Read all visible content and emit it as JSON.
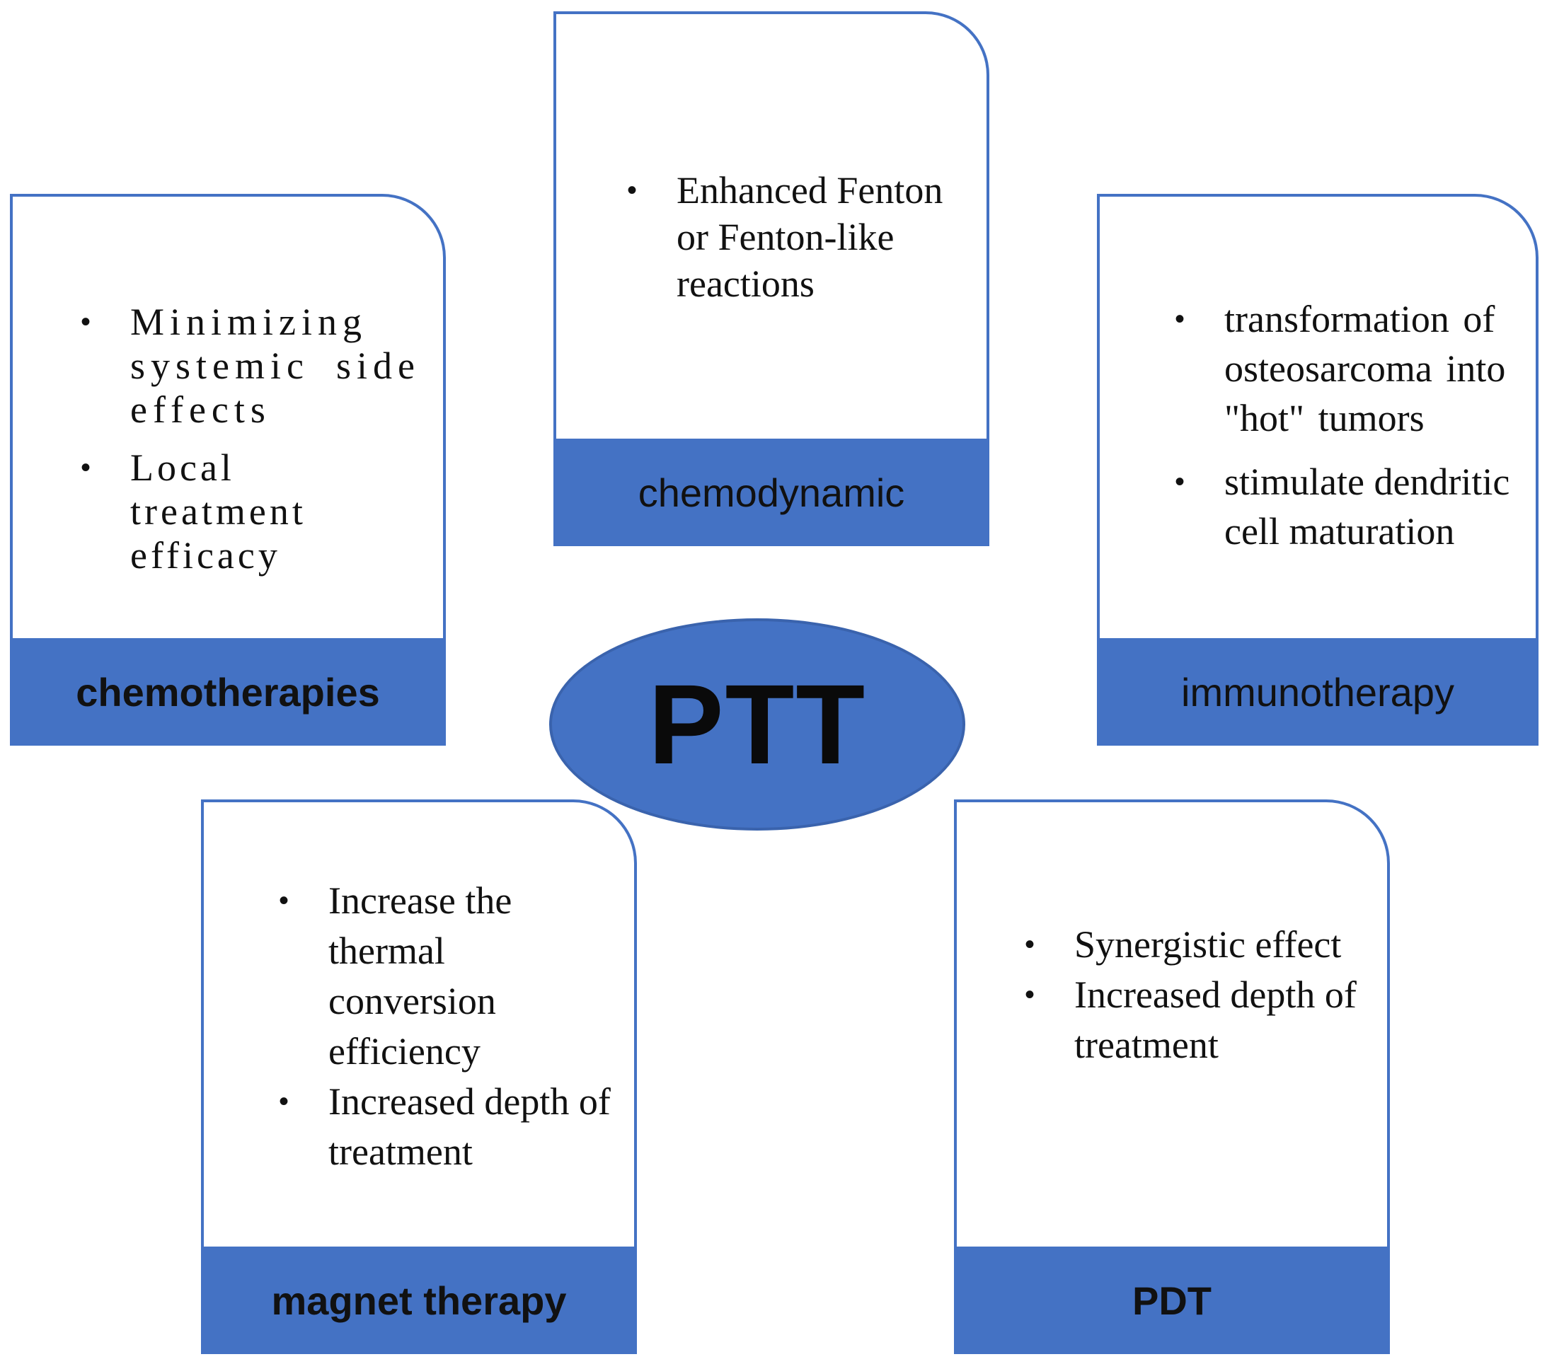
{
  "center": {
    "label": "PTT",
    "fill_color": "#4472C4"
  },
  "colors": {
    "accent": "#4472C4",
    "text": "#111111",
    "background": "#ffffff"
  },
  "cards": {
    "chemotherapies": {
      "label": "chemotherapies",
      "bullets": [
        "Minimizing systemic side effects",
        "Local treatment efficacy"
      ]
    },
    "chemodynamic": {
      "label": "chemodynamic",
      "bullets": [
        "Enhanced Fenton or Fenton-like reactions"
      ]
    },
    "immunotherapy": {
      "label": "immunotherapy",
      "bullets": [
        "transformation of osteosarcoma into \"hot\" tumors",
        "stimulate dendritic cell maturation"
      ]
    },
    "magnet_therapy": {
      "label": "magnet therapy",
      "bullets": [
        "Increase the thermal conversion efficiency",
        "Increased depth of treatment"
      ]
    },
    "pdt": {
      "label": "PDT",
      "bullets": [
        "Synergistic effect",
        "Increased depth of treatment"
      ]
    }
  }
}
